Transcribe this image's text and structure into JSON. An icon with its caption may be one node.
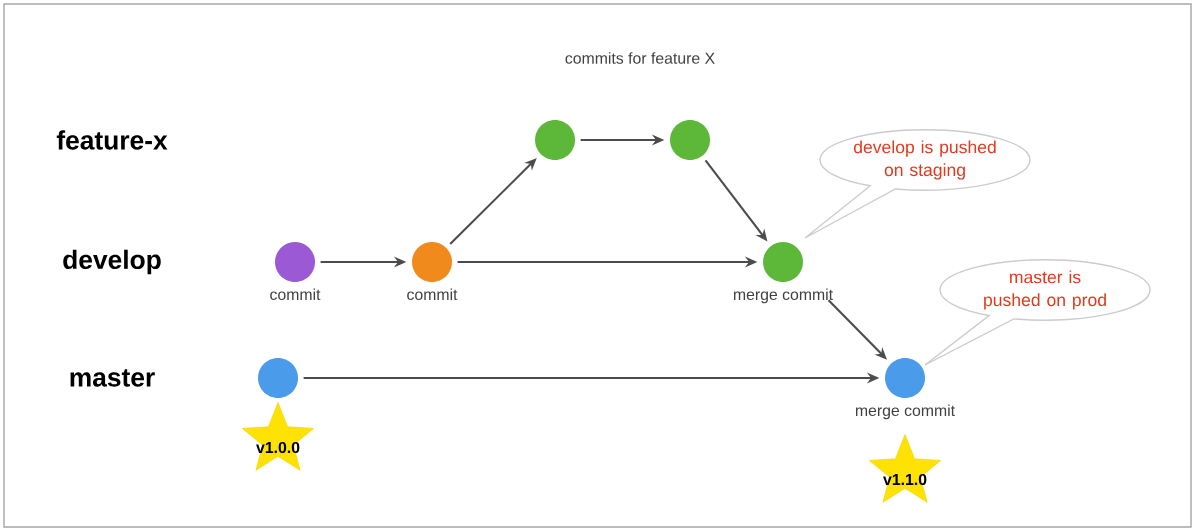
{
  "diagram": {
    "nodes": [
      {
        "text": [],
        "shape": "circle",
        "beside": [
          "commit"
        ]
      },
      {
        "text": [],
        "shape": "circle",
        "beside": [
          "commit"
        ]
      },
      {
        "text": [],
        "shape": "circle"
      },
      {
        "text": [],
        "shape": "circle"
      },
      {
        "text": [],
        "shape": "circle",
        "beside": [
          "merge commit"
        ]
      },
      {
        "text": [],
        "shape": "circle"
      },
      {
        "text": [],
        "shape": "circle",
        "beside": [
          "merge commit"
        ]
      },
      {
        "text": [
          "develop is pushed on staging"
        ]
      },
      {
        "text": [
          "master is pushed on prod"
        ]
      },
      {
        "text": [
          "v1.0.0"
        ]
      },
      {
        "text": [
          "v1.1.0"
        ]
      }
    ],
    "edges": [
      {
        "from": 0,
        "to": 1,
        "arrow": "to"
      },
      {
        "from": 1,
        "to": 2,
        "arrow": "to"
      },
      {
        "from": 2,
        "to": 3,
        "arrow": "to"
      },
      {
        "from": 3,
        "to": 4,
        "arrow": "to"
      },
      {
        "from": 1,
        "to": 4,
        "arrow": "to"
      },
      {
        "from": 4,
        "to": 6,
        "arrow": "to"
      },
      {
        "from": 5,
        "to": 6,
        "arrow": "to"
      }
    ],
    "labels": [
      "commits for feature X",
      "feature-x",
      "develop",
      "master"
    ]
  }
}
